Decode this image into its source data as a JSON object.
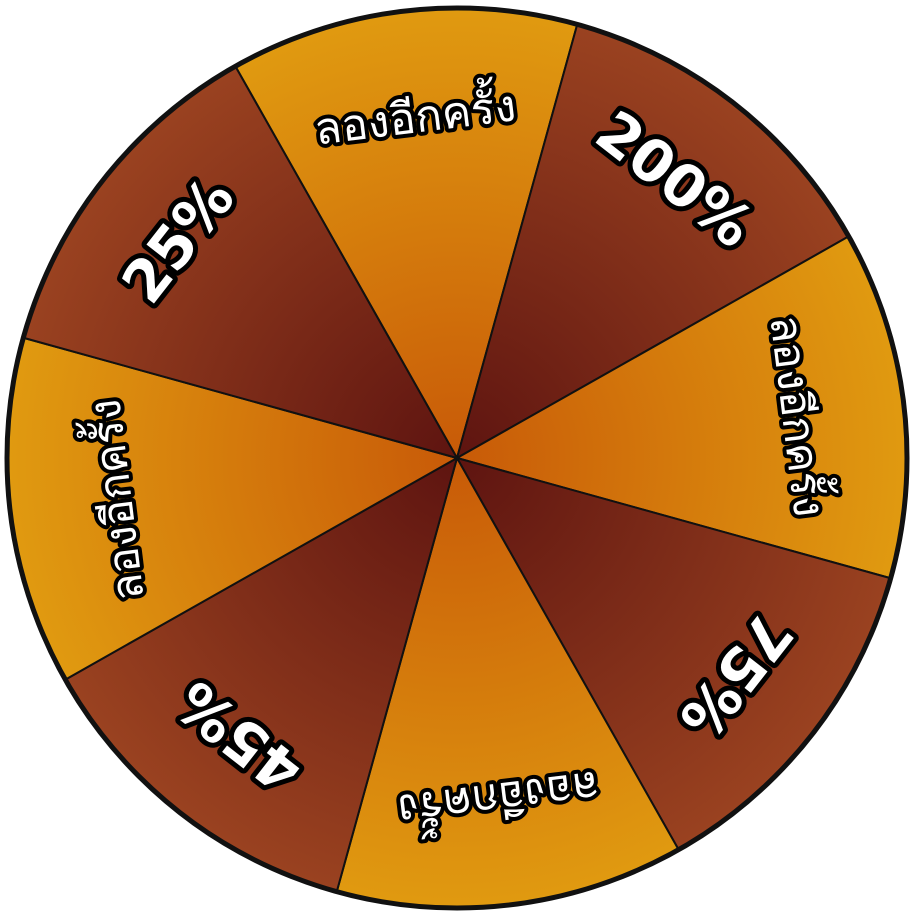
{
  "wheel": {
    "segments": [
      {
        "label": "ลองอีกครั้ง",
        "kind": "retry",
        "color": "#d58a12"
      },
      {
        "label": "200%",
        "kind": "pct",
        "color": "#8a3218"
      },
      {
        "label": "ลองอีกครั้ง",
        "kind": "retry",
        "color": "#d58a12"
      },
      {
        "label": "75%",
        "kind": "pct",
        "color": "#8a3218"
      },
      {
        "label": "ลองอีกครั้ง",
        "kind": "retry",
        "color": "#d58a12"
      },
      {
        "label": "45%",
        "kind": "pct",
        "color": "#8a3218"
      },
      {
        "label": "ลองอีกครั้ง",
        "kind": "retry",
        "color": "#d58a12"
      },
      {
        "label": "25%",
        "kind": "pct",
        "color": "#8a3218"
      }
    ],
    "colors": {
      "retry_outer": "#e09a10",
      "retry_inner": "#c85a08",
      "pct_outer": "#9a4220",
      "pct_inner": "#5e1410",
      "border": "#111111",
      "label_fill": "#ffffff",
      "label_stroke": "#000000"
    }
  }
}
